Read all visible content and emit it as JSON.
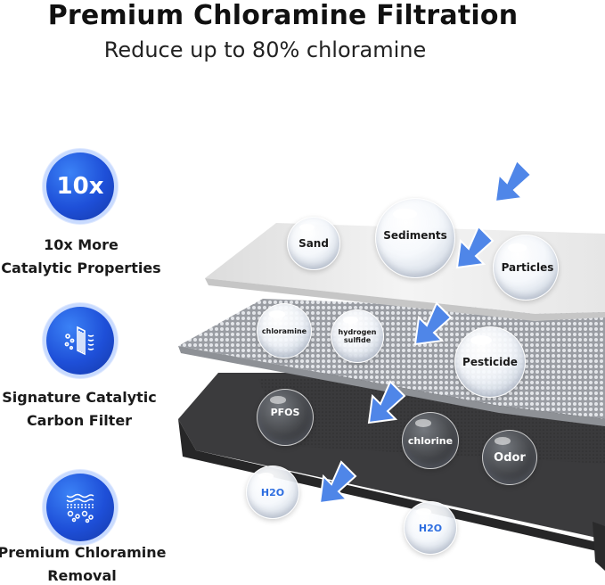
{
  "header": {
    "title": "Premium Chloramine Filtration",
    "subtitle": "Reduce up to 80% chloramine"
  },
  "features": [
    {
      "icon": "10x-badge-icon",
      "badge_text": "10x",
      "label_lines": [
        "10x More",
        "Catalytic Properties"
      ]
    },
    {
      "icon": "catalytic-filter-icon",
      "label_lines": [
        "Signature Catalytic",
        "Carbon Filter"
      ]
    },
    {
      "icon": "chloramine-removal-icon",
      "label_lines": [
        "Premium Chloramine",
        "Removal"
      ]
    }
  ],
  "layers": {
    "sediment": [
      "Sand",
      "Sediments",
      "Particles"
    ],
    "catalytic": [
      "chloramine",
      "hydrogen sulfide",
      "Pesticide"
    ],
    "carbon": [
      "PFOS",
      "chlorine",
      "Odor"
    ],
    "output": [
      "H2O",
      "H2O"
    ]
  },
  "colors": {
    "accent_blue": "#1e4fd8",
    "arrow_blue": "#4f86e8",
    "text_dark": "#111111",
    "water_text": "#2f6fe0"
  }
}
